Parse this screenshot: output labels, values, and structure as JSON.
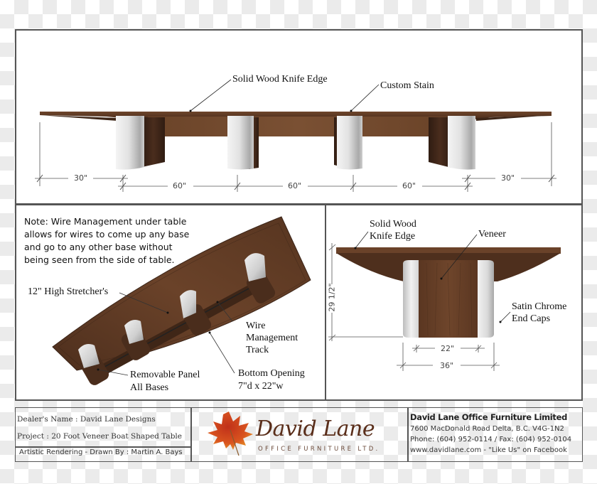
{
  "top_view": {
    "callouts": {
      "knife_edge": "Solid Wood Knife Edge",
      "custom_stain": "Custom Stain"
    },
    "dimensions": {
      "left_overhang": "30\"",
      "span_1": "60\"",
      "span_2": "60\"",
      "span_3": "60\"",
      "right_overhang": "30\""
    }
  },
  "underside_view": {
    "note": "Note: Wire Management under table allows for wires to come up any base and go to any other base without being seen from the side of table.",
    "note_lines": [
      "Note: Wire Management under table",
      "allows for wires to come up any base",
      "and go to any other base without",
      "being seen from the side of table."
    ],
    "callouts": {
      "stretcher": "12\" High Stretcher's",
      "wire_track_1": "Wire",
      "wire_track_2": "Management",
      "wire_track_3": "Track",
      "removable_1": "Removable Panel",
      "removable_2": "All Bases",
      "bottom_opening_1": "Bottom Opening",
      "bottom_opening_2": "7\"d x 22\"w"
    }
  },
  "end_view": {
    "callouts": {
      "knife_edge_1": "Solid Wood",
      "knife_edge_2": "Knife Edge",
      "veneer": "Veneer",
      "end_caps_1": "Satin Chrome",
      "end_caps_2": "End Caps"
    },
    "dimensions": {
      "height": "29 1/2\"",
      "veneer_width": "22\"",
      "base_width": "36\""
    }
  },
  "title_block": {
    "dealer": "Dealer's Name : David Lane Designs",
    "project": "Project : 20 Foot Veneer Boat Shaped Table",
    "drawn_by": "Artistic Rendering - Drawn By : Martin A. Bays",
    "logo": {
      "script": "David Lane",
      "subtitle": "OFFICE FURNITURE LTD."
    },
    "company": {
      "name": "David Lane Office Furniture Limited",
      "address": "7600 MacDonald Road Delta, B.C. V4G-1N2",
      "phone": "Phone: (604) 952-0114 / Fax: (604) 952-0104",
      "web": "www.davidlane.com  - \"Like Us\" on Facebook"
    }
  },
  "colors": {
    "wood_top": "#5e3a24",
    "wood_stretcher": "#6b4529",
    "wood_dark": "#3a2418",
    "chrome": "#d8d8d8",
    "frame": "#555555",
    "logo_brown": "#5a2e1a"
  }
}
